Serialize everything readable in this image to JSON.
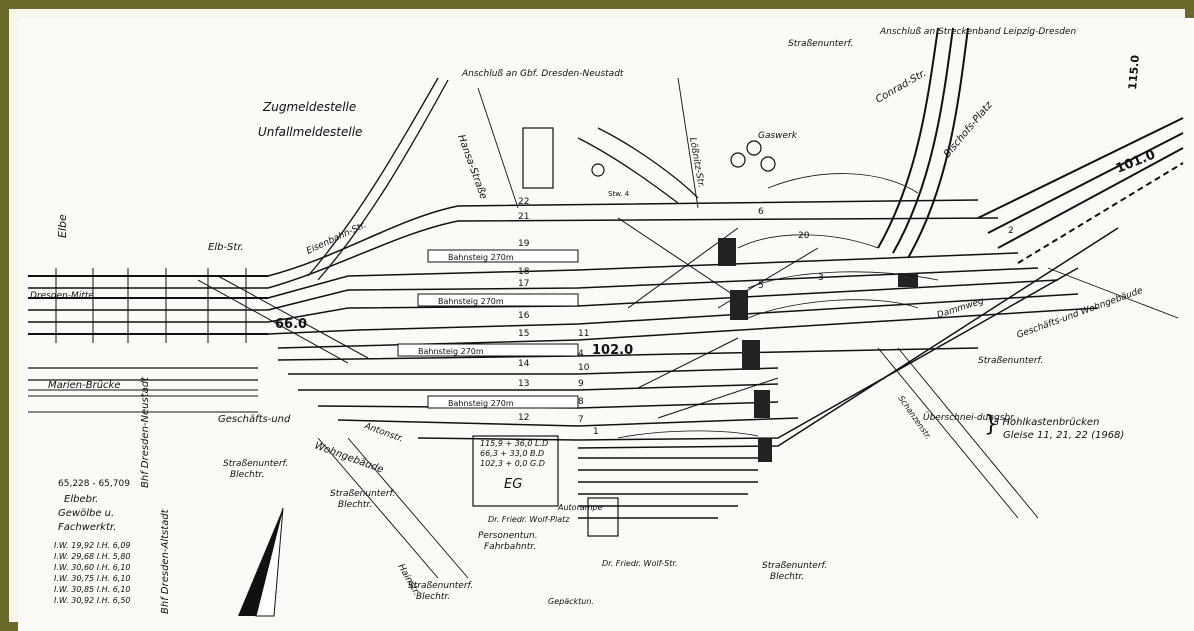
{
  "map": {
    "top_labels": {
      "anschluss_neustadt": "Anschluß an Gbf. Dresden-Neustadt",
      "anschluss_leipzig": "Anschluß an Streckenband Leipzig-Dresden"
    },
    "stations": {
      "zugmeldestelle": "Zugmeldestelle",
      "unfallmeldestelle": "Unfallmeldestelle",
      "elbe": "Elbe",
      "dresden_mitte": "Dresden-Mitte",
      "bahnhof_main": "Bhf Dresden-Neustadt",
      "bahnhof_alt": "Bhf Dresden-Altstadt"
    },
    "streets": [
      "Elb-Str.",
      "Marien-Brücke",
      "Eisenbahn-Str.",
      "Geschäfts-und",
      "Wohngebäude",
      "Antonstr.",
      "Hainstr.",
      "Dr. Friedr. Wolf-Platz",
      "Dr. Friedr. Wolf-Str.",
      "Dammweg",
      "Conrad-Str.",
      "Bischofs-Platz",
      "Lößnitz-Str.",
      "Hansa-Straße",
      "Schanzenstr.",
      "Gaswerk",
      "Geschäfts-und Wohngebäude"
    ],
    "platforms": [
      "Bahnsteig 270m",
      "Bahnsteig 270m",
      "Bahnsteig 270m",
      "Bahnsteig 270m"
    ],
    "track_numbers": [
      "22",
      "21",
      "20",
      "19",
      "18",
      "17",
      "16",
      "15",
      "14",
      "13",
      "12",
      "11",
      "10",
      "9",
      "8",
      "7",
      "6",
      "5",
      "4",
      "3",
      "2",
      "1"
    ],
    "km_markers": {
      "k66": "66.0",
      "k102": "102.0",
      "k101": "101.0",
      "k115": "115.0"
    },
    "notes": {
      "elbebr": "Elbebr.",
      "gewoelbe": "Gewölbe u.",
      "fachwerk": "Fachwerktr.",
      "km_range": "65,228 - 65,709",
      "strassenunterf": "Straßenunterf.",
      "blechtr": "Blechtr.",
      "personentun": "Personentun.",
      "fahrbahntr": "Fahrbahntr.",
      "autorampe": "Autorampe",
      "hohlkasten": "3 Hohlkastenbrücken",
      "gleise": "Gleise 11, 21, 22 (1968)",
      "ueberschneid": "Überschnei-dungsbr.",
      "gepaecktun": "Gepäcktun.",
      "eg": "EG",
      "stw": "Stw. 4"
    },
    "elbe_spans": [
      "I.W. 19,92  I.H. 6,09",
      "I.W. 29,68  I.H. 5,80",
      "I.W. 30,60  I.H. 6,10",
      "I.W. 30,75  I.H. 6,10",
      "I.W. 30,85  I.H. 6,10",
      "I.W. 30,92  I.H. 6,50"
    ],
    "eg_values": [
      "115,9 + 36,0  L.D",
      "66,3 + 33,0  B.D",
      "102,3 + 0,0  G.D"
    ],
    "colors": {
      "frame": "#6b6a2c",
      "paper": "#fbfaf6",
      "ink": "#111111"
    }
  }
}
